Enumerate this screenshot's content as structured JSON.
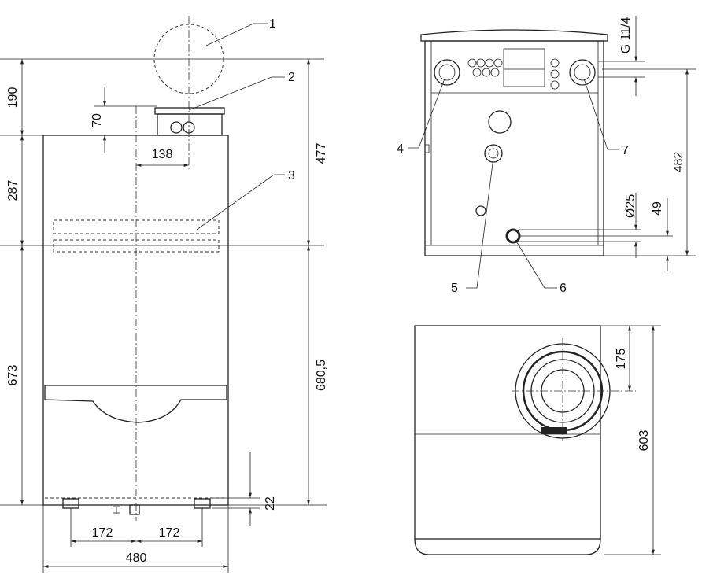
{
  "callouts": [
    "1",
    "2",
    "3",
    "4",
    "5",
    "6",
    "7"
  ],
  "front_view": {
    "dim_190": "190",
    "dim_287": "287",
    "dim_673": "673",
    "dim_70": "70",
    "dim_138": "138",
    "dim_477": "477",
    "dim_680_5": "680,5",
    "dim_22": "22",
    "dim_172_left": "172",
    "dim_172_right": "172",
    "dim_480": "480"
  },
  "rear_view": {
    "dim_thread": "G 11/4",
    "dim_482": "482",
    "dim_d25": "Ø25",
    "dim_49": "49"
  },
  "top_view": {
    "dim_175": "175",
    "dim_603": "603"
  }
}
